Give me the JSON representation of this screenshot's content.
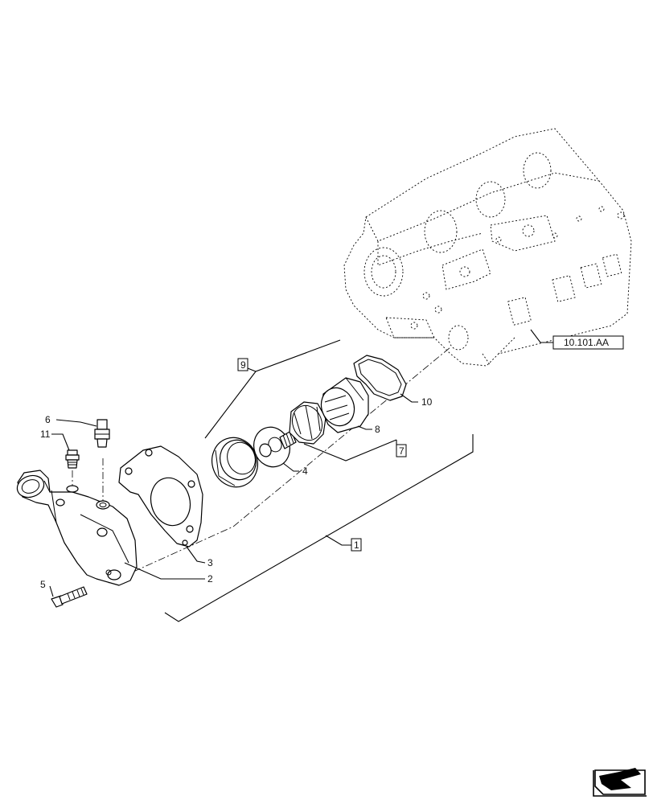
{
  "callouts": {
    "c1": "1",
    "c2": "2",
    "c3": "3",
    "c4": "4",
    "c5": "5",
    "c6": "6",
    "c7": "7",
    "c8": "8",
    "c9": "9",
    "c10": "10",
    "c11": "11"
  },
  "reference": "10.101.AA",
  "nav_icon": "next-page-arrow-icon"
}
